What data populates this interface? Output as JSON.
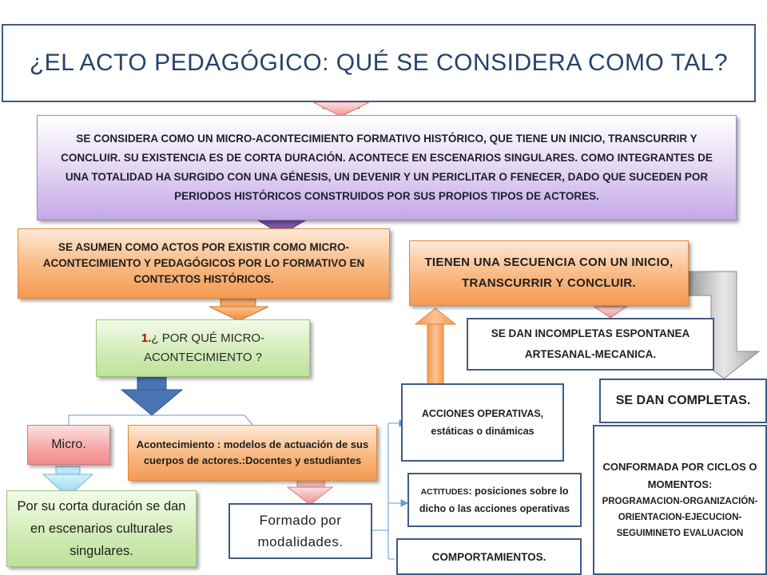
{
  "title": "¿EL ACTO PEDAGÓGICO: QUÉ SE CONSIDERA COMO TAL?",
  "definition": "SE CONSIDERA COMO UN MICRO-ACONTECIMIENTO FORMATIVO HISTÓRICO, QUE TIENE UN INICIO, TRANSCURRIR Y CONCLUIR. SU EXISTENCIA ES DE CORTA DURACIÓN. ACONTECE EN ESCENARIOS SINGULARES. COMO INTEGRANTES DE UNA TOTALIDAD HA SURGIDO CON UNA GÉNESIS, UN DEVENIR Y UN PERICLITAR O FENECER, DADO QUE SUCEDEN POR PERIODOS HISTÓRICOS CONSTRUIDOS POR SUS PROPIOS TIPOS DE ACTORES.",
  "assume": "SE ASUMEN COMO ACTOS POR EXISTIR COMO MICRO-ACONTECIMIENTO Y PEDAGÓGICOS POR LO FORMATIVO EN CONTEXTOS HISTÓRICOS.",
  "sequence": "TIENEN UNA SECUENCIA CON UN INICIO, TRANSCURRIR Y CONCLUIR.",
  "why": {
    "number": "1.",
    "text": "¿ POR QUÉ MICRO-ACONTECIMIENTO ?"
  },
  "incomplete": "SE DAN INCOMPLETAS ESPONTANEA ARTESANAL-MECANICA.",
  "complete": "SE DAN COMPLETAS.",
  "phases": {
    "heading": "CONFORMADA POR CICLOS O MOMENTOS:",
    "list": "PROGRAMACION-ORGANIZACIÓN-ORIENTACION-EJECUCION-SEGUIMINETO EVALUACION"
  },
  "micro": "Micro.",
  "acontecimiento": "Acontecimiento : modelos de actuación de sus cuerpos de actores.:Docentes y estudiantes",
  "corta": "Por su corta duración se dan en escenarios culturales singulares.",
  "formado": "Formado por modalidades.",
  "acciones": "ACCIONES OPERATIVAS, estáticas o dinámicas",
  "actitudes": {
    "prefix": "ACTITUDES",
    "text": ": posiciones sobre lo dicho o las acciones operativas"
  },
  "comportamientos": "COMPORTAMIENTOS.",
  "colors": {
    "title_border": "#3f5b85",
    "definition": "#c4a8e6",
    "orange": "#f39a52",
    "green": "#bde29a",
    "pink": "#f08c8c",
    "arrow_blue": "#4a74b4",
    "arrow_purple": "#7a55a8",
    "arrow_gray": "#b8b8b8"
  }
}
